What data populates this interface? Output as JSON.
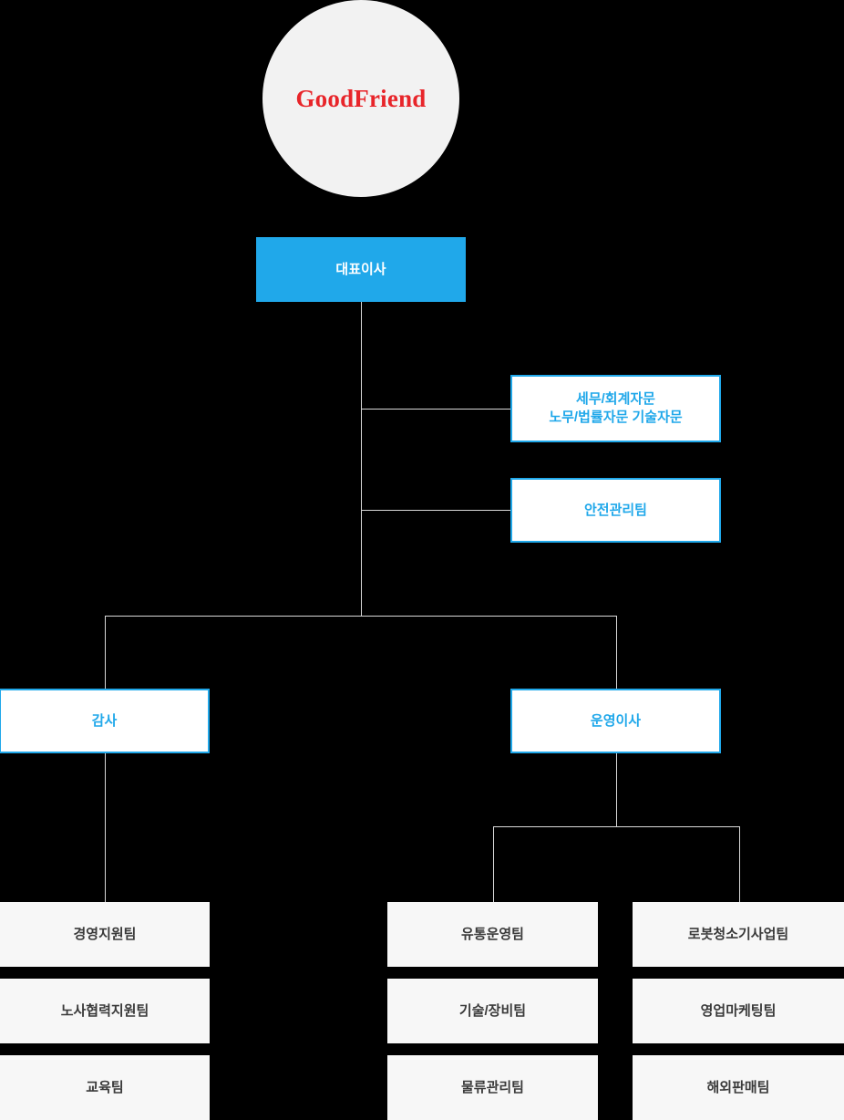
{
  "logo": {
    "text": "GoodFriend",
    "color": "#e8252a",
    "background": "#f2f2f2",
    "shape": "circle"
  },
  "colors": {
    "accent_blue": "#20a8ea",
    "canvas": "#000000",
    "team_box": "#f7f7f7",
    "team_text": "#3a3a3a",
    "connector": "#d9d9d9"
  },
  "chart_data": {
    "type": "diagram",
    "title": "GoodFriend Organization Chart",
    "nodes": {
      "ceo": {
        "label": "대표이사",
        "style": "filled-blue"
      },
      "advisory_1": {
        "line1": "세무/회계자문",
        "line2": "노무/법률자문 기술자문",
        "style": "outline-blue"
      },
      "advisory_2": {
        "label": "안전관리팀",
        "style": "outline-blue"
      },
      "audit": {
        "label": "감사",
        "style": "outline-blue"
      },
      "director": {
        "label": "운영이사",
        "style": "outline-blue"
      }
    },
    "teams": {
      "audit_column": [
        {
          "label": "경영지원팀"
        },
        {
          "label": "노사협력지원팀"
        },
        {
          "label": "교육팀"
        }
      ],
      "operations_column": [
        {
          "label": "유통운영팀"
        },
        {
          "label": "기술/장비팀"
        },
        {
          "label": "물류관리팀"
        }
      ],
      "business_column": [
        {
          "label": "로봇청소기사업팀"
        },
        {
          "label": "영업마케팅팀"
        },
        {
          "label": "해외판매팀"
        }
      ]
    },
    "edges": [
      {
        "from": "ceo",
        "to": "advisory_1"
      },
      {
        "from": "ceo",
        "to": "advisory_2"
      },
      {
        "from": "ceo",
        "to": "audit"
      },
      {
        "from": "ceo",
        "to": "director"
      },
      {
        "from": "audit",
        "to": "경영지원팀"
      },
      {
        "from": "director",
        "to": "유통운영팀"
      },
      {
        "from": "director",
        "to": "로봇청소기사업팀"
      }
    ]
  }
}
